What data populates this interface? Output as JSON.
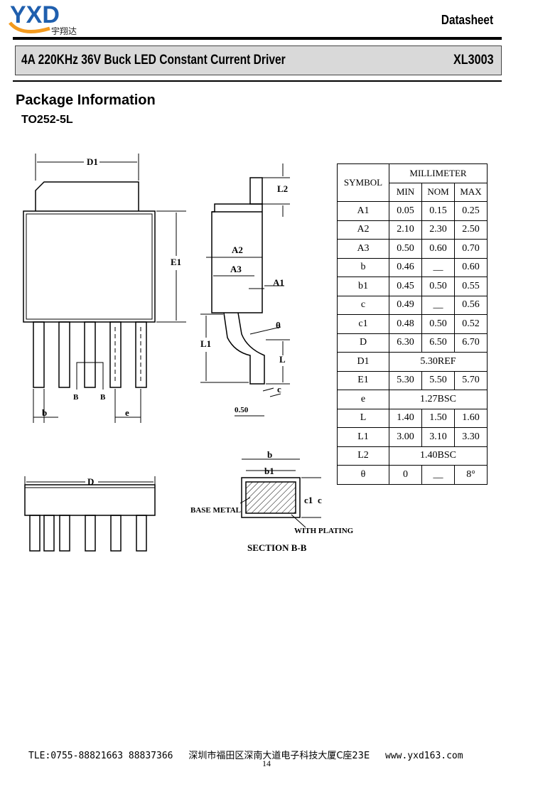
{
  "header": {
    "logo_text": "YXD",
    "logo_sub": "宇翔达",
    "doc_type": "Datasheet",
    "title": "4A 220KHz 36V Buck LED Constant Current Driver",
    "part_number": "XL3003"
  },
  "section": {
    "title": "Package Information",
    "package": "TO252-5L"
  },
  "drawing_labels": {
    "D1": "D1",
    "E1": "E1",
    "b": "b",
    "e": "e",
    "B": "B",
    "L2": "L2",
    "A2": "A2",
    "A3": "A3",
    "A1": "A1",
    "theta": "θ",
    "L1": "L1",
    "L": "L",
    "c": "c",
    "c1": "c1",
    "b1": "b1",
    "D": "D",
    "dim_050": "0.50",
    "base_metal": "BASE METAL",
    "with_plating": "WITH PLATING",
    "section_bb": "SECTION B-B"
  },
  "table": {
    "symbol_header": "SYMBOL",
    "unit_header": "MILLIMETER",
    "col_headers": [
      "MIN",
      "NOM",
      "MAX"
    ],
    "rows": [
      {
        "symbol": "A1",
        "min": "0.05",
        "nom": "0.15",
        "max": "0.25"
      },
      {
        "symbol": "A2",
        "min": "2.10",
        "nom": "2.30",
        "max": "2.50"
      },
      {
        "symbol": "A3",
        "min": "0.50",
        "nom": "0.60",
        "max": "0.70"
      },
      {
        "symbol": "b",
        "min": "0.46",
        "nom": "__",
        "max": "0.60"
      },
      {
        "symbol": "b1",
        "min": "0.45",
        "nom": "0.50",
        "max": "0.55"
      },
      {
        "symbol": "c",
        "min": "0.49",
        "nom": "__",
        "max": "0.56"
      },
      {
        "symbol": "c1",
        "min": "0.48",
        "nom": "0.50",
        "max": "0.52"
      },
      {
        "symbol": "D",
        "min": "6.30",
        "nom": "6.50",
        "max": "6.70"
      },
      {
        "symbol": "D1",
        "span": "5.30REF"
      },
      {
        "symbol": "E1",
        "min": "5.30",
        "nom": "5.50",
        "max": "5.70"
      },
      {
        "symbol": "e",
        "span": "1.27BSC"
      },
      {
        "symbol": "L",
        "min": "1.40",
        "nom": "1.50",
        "max": "1.60"
      },
      {
        "symbol": "L1",
        "min": "3.00",
        "nom": "3.10",
        "max": "3.30"
      },
      {
        "symbol": "L2",
        "span": "1.40BSC"
      },
      {
        "symbol": "θ",
        "min": "0",
        "nom": "__",
        "max": "8°"
      }
    ]
  },
  "footer": {
    "phone": "TLE:0755-88821663  88837366",
    "address": "深圳市福田区深南大道电子科技大厦C座23E",
    "website": "www.yxd163.com",
    "page_number": "14"
  },
  "colors": {
    "logo_blue": "#1f5fae",
    "logo_orange": "#f39a1e",
    "title_bar_bg": "#d9d9d9"
  }
}
